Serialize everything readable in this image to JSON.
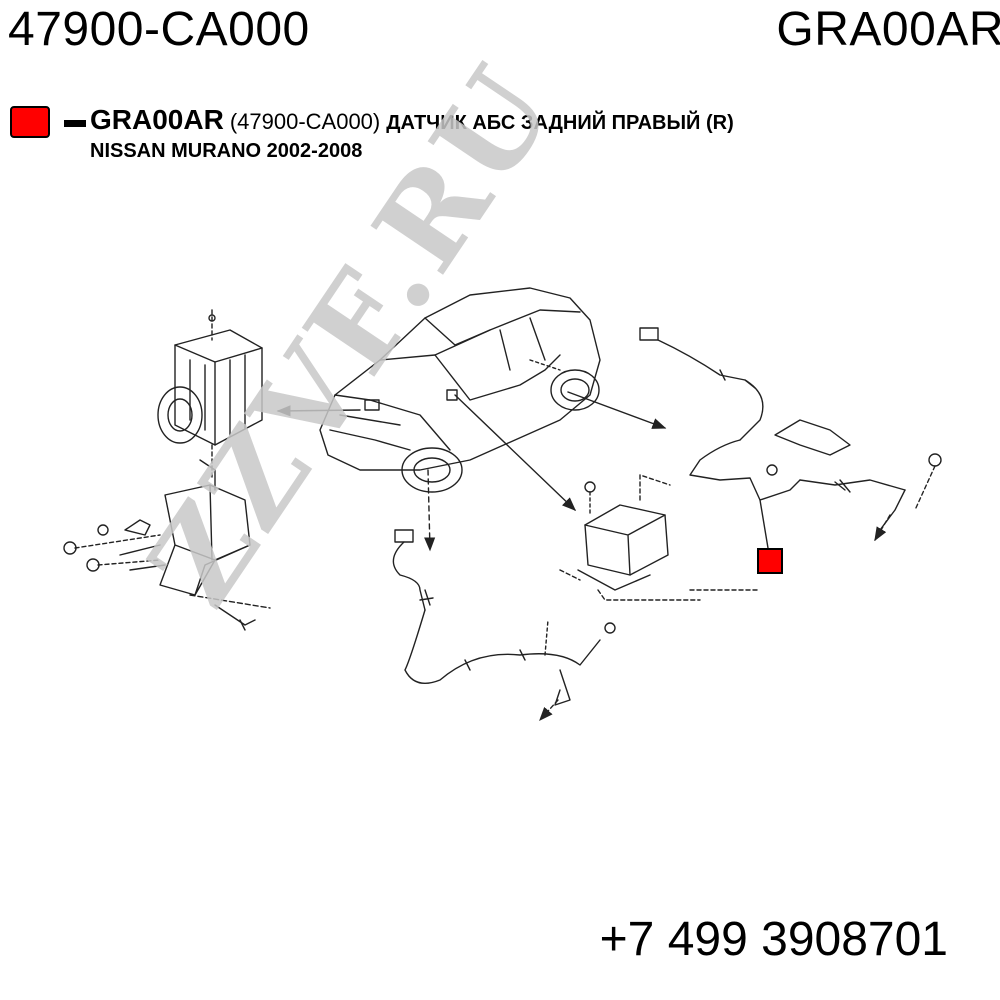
{
  "header": {
    "part_number": "47900-CA000",
    "article": "GRA00AR"
  },
  "legend": {
    "swatch_color": "#ff0000",
    "code": "GRA00AR",
    "oem_number": "(47900-CA000)",
    "description": "ДАТЧИК АБС ЗАДНИЙ ПРАВЫЙ (R)",
    "vehicle": "NISSAN MURANO 2002-2008"
  },
  "watermark": "ZZVF.RU",
  "footer": {
    "phone": "+7 499 3908701"
  },
  "diagram": {
    "highlight_color": "#ff0000",
    "components": [
      "abs-actuator-unit",
      "vehicle-body",
      "g-sensor",
      "front-abs-sensor",
      "rear-abs-sensor-right"
    ]
  }
}
